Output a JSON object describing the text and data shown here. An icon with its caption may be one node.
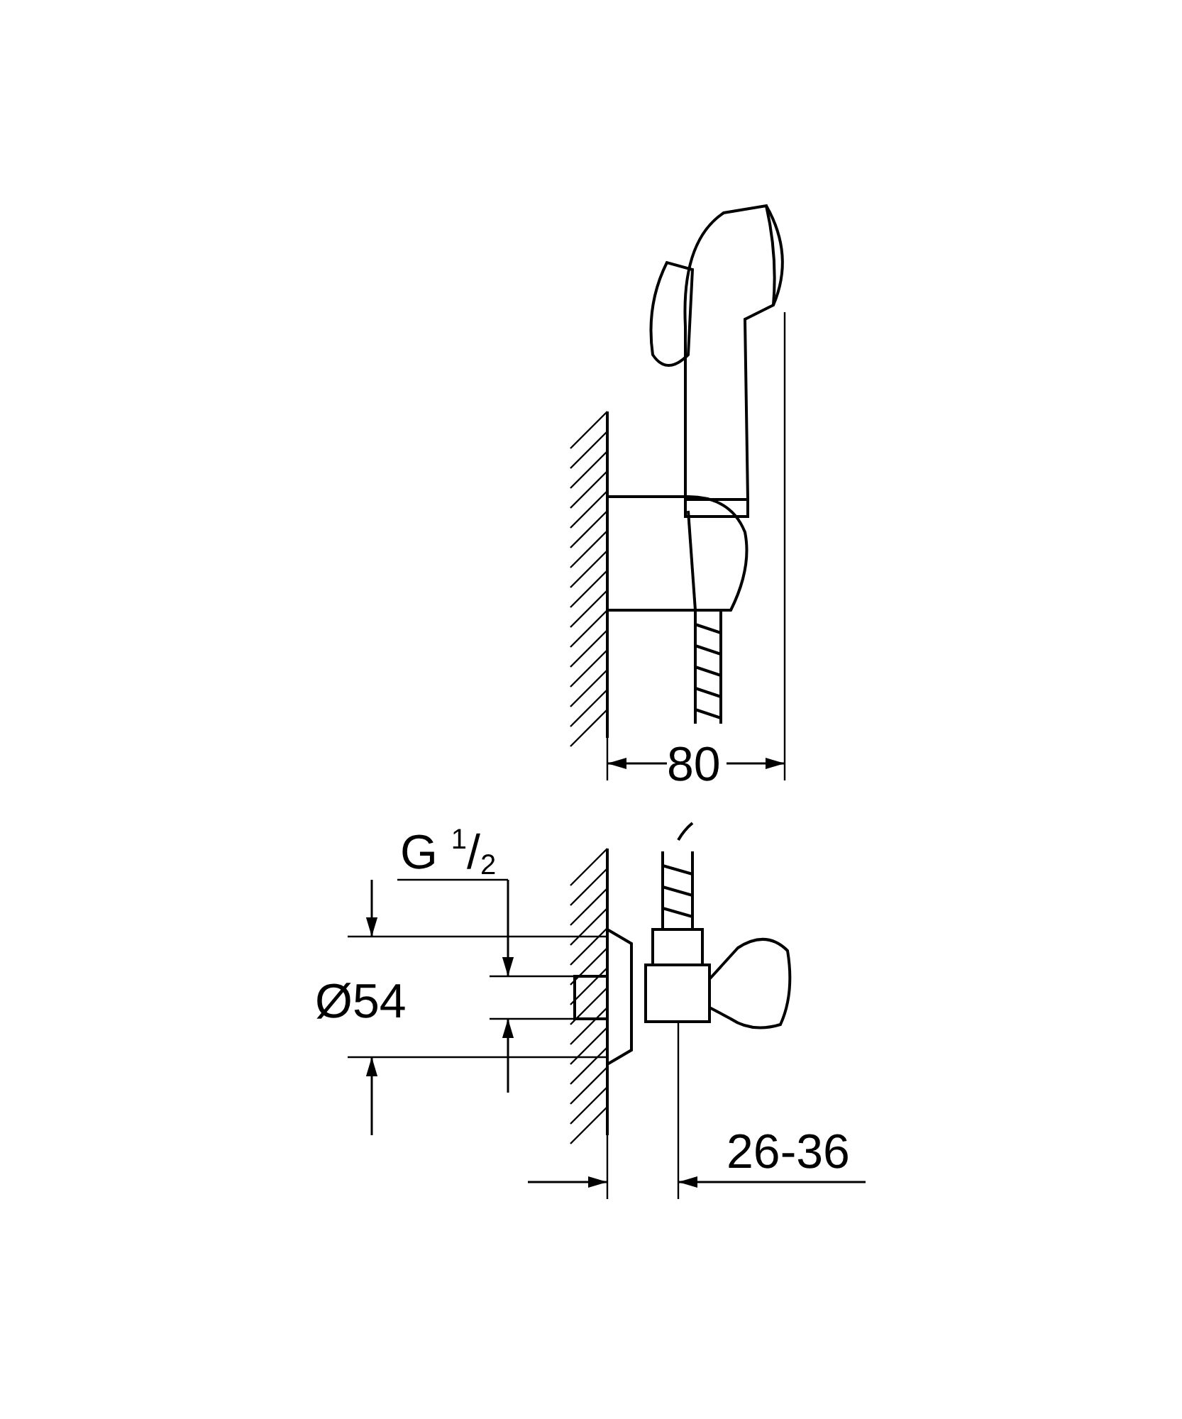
{
  "diagram": {
    "labels": [
      "80",
      "G $^{1}$/$_{2}$",
      "Ø54",
      "26-36"
    ]
  }
}
